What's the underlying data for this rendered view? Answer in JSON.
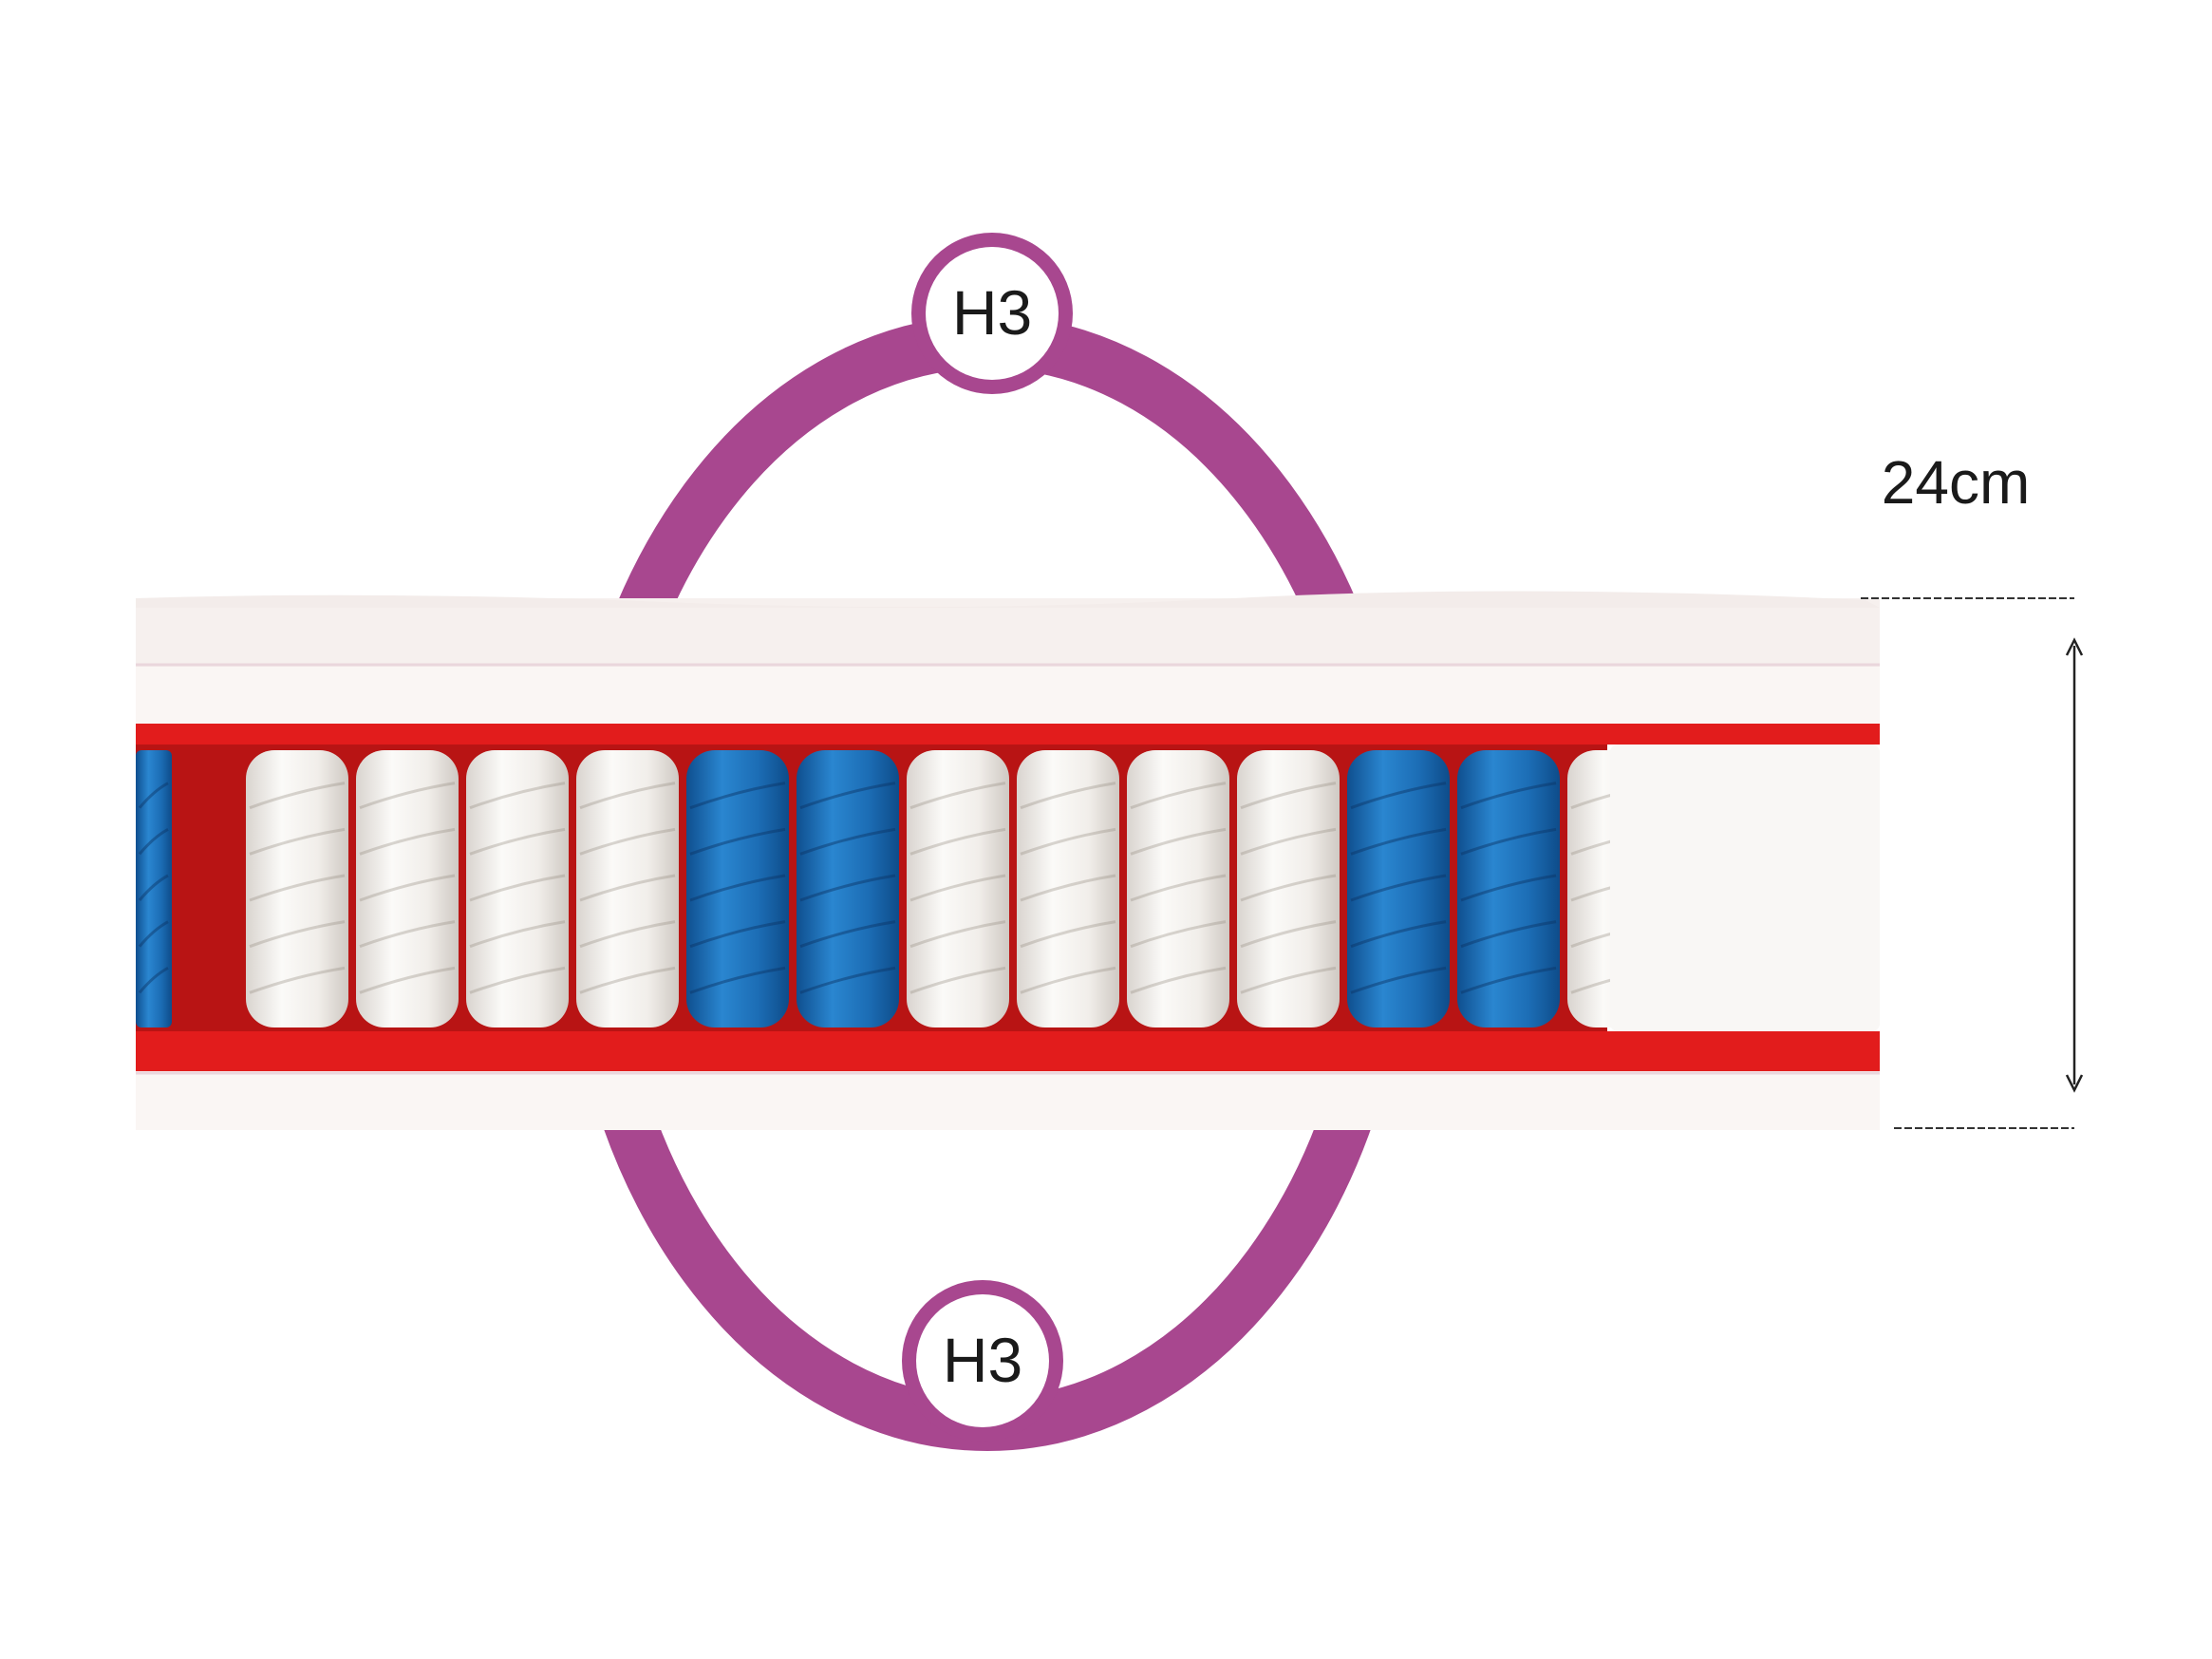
{
  "firmness": {
    "top_label": "H3",
    "bottom_label": "H3",
    "ring_color": "#a8478f"
  },
  "height": {
    "label": "24cm"
  },
  "mattress": {
    "cover_color": "#f8f3f1",
    "frame_color": "#e21c1c",
    "foam_block_color": "#f9f7f5",
    "springs": [
      {
        "color": "blue"
      },
      {
        "color": "white"
      },
      {
        "color": "white"
      },
      {
        "color": "white"
      },
      {
        "color": "white"
      },
      {
        "color": "blue"
      },
      {
        "color": "blue"
      },
      {
        "color": "white"
      },
      {
        "color": "white"
      },
      {
        "color": "white"
      },
      {
        "color": "white"
      },
      {
        "color": "blue"
      },
      {
        "color": "blue"
      },
      {
        "color": "white"
      }
    ]
  },
  "colors": {
    "blue_spring": "#1d6fb8",
    "white_spring": "#f5f2ee"
  }
}
